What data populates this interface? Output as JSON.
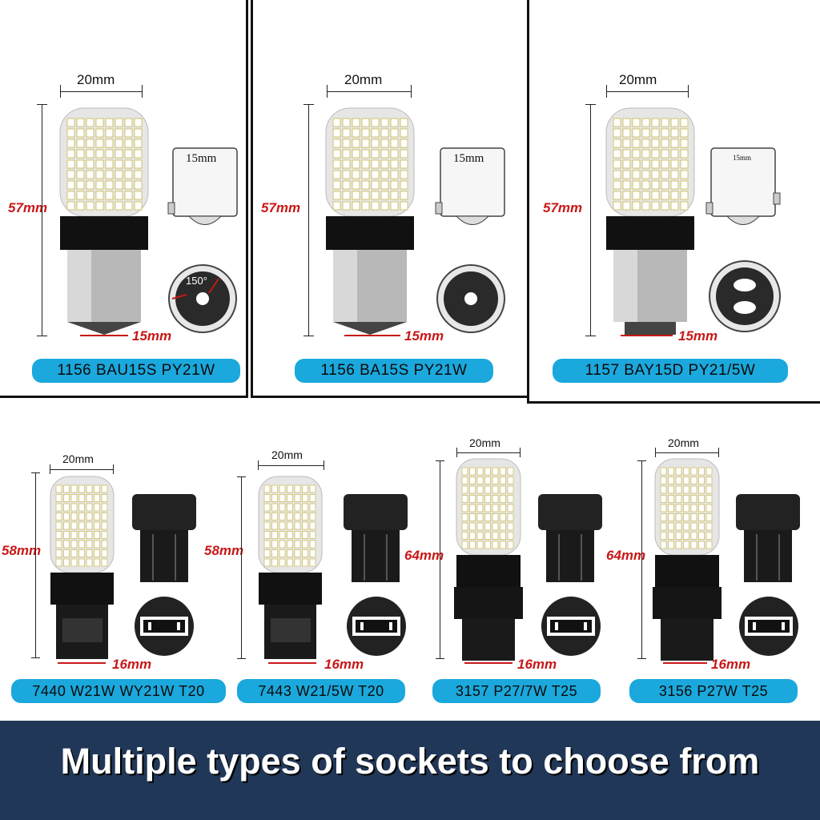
{
  "top_row": [
    {
      "name": "1156 BAU15S PY21W",
      "width": "20mm",
      "height": "57mm",
      "base": "15mm",
      "socket": "15mm",
      "angle": "150°"
    },
    {
      "name": "1156 BA15S PY21W",
      "width": "20mm",
      "height": "57mm",
      "base": "15mm",
      "socket": "15mm"
    },
    {
      "name": "1157 BAY15D PY21/5W",
      "width": "20mm",
      "height": "57mm",
      "base": "15mm",
      "socket": "15mm"
    }
  ],
  "bottom_row": [
    {
      "name": "7440 W21W WY21W T20",
      "width": "20mm",
      "height": "58mm",
      "base": "16mm"
    },
    {
      "name": "7443 W21/5W T20",
      "width": "20mm",
      "height": "58mm",
      "base": "16mm"
    },
    {
      "name": "3157 P27/7W T25",
      "width": "20mm",
      "height": "64mm",
      "base": "16mm"
    },
    {
      "name": "3156 P27W T25",
      "width": "20mm",
      "height": "64mm",
      "base": "16mm"
    }
  ],
  "footer": {
    "text": "Multiple types of sockets to choose from"
  },
  "colors": {
    "label_bg": "#1ba8dc",
    "footer_bg": "#213758",
    "dim_red": "#c81818"
  }
}
